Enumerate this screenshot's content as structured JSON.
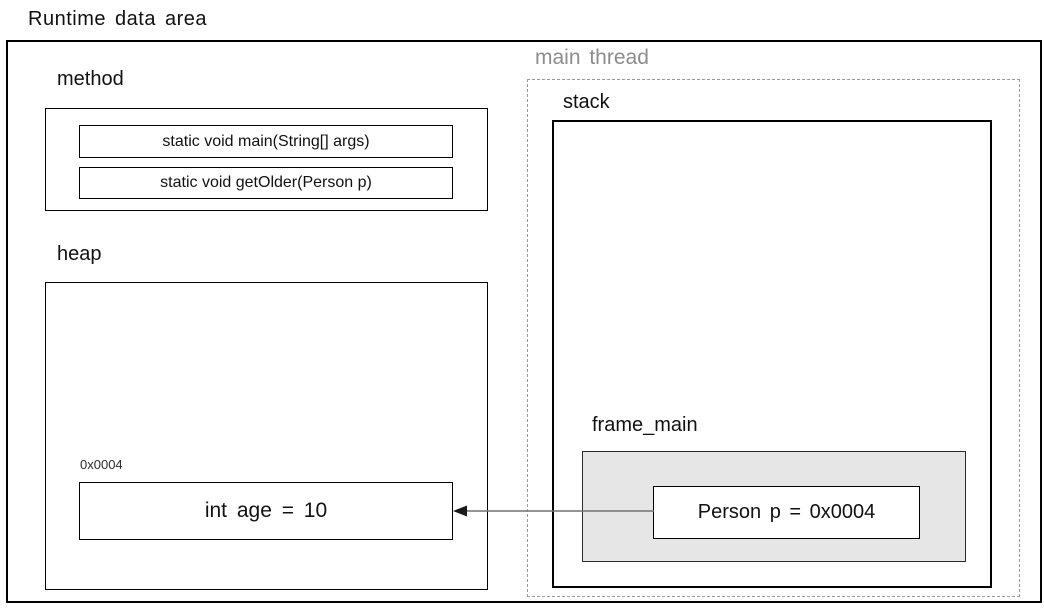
{
  "title": "Runtime data area",
  "areas": {
    "method": {
      "label": "method",
      "entries": [
        "static void main(String[] args)",
        "static void getOlder(Person p)"
      ]
    },
    "heap": {
      "label": "heap",
      "object": {
        "address": "0x0004",
        "value": "int age = 10"
      }
    },
    "thread": {
      "label": "main thread",
      "stack": {
        "label": "stack",
        "frame": {
          "label": "frame_main",
          "variable": "Person p = 0x0004"
        }
      }
    }
  },
  "arrow": {
    "from": "Person p = 0x0004",
    "to": "int age = 10",
    "direction": "right-to-left"
  },
  "colors": {
    "text": "#111111",
    "thread_label": "#8c8c8c",
    "frame_fill": "#e6e6e6",
    "dashed_border": "#9a9a9a",
    "arrow_line": "#707070"
  }
}
